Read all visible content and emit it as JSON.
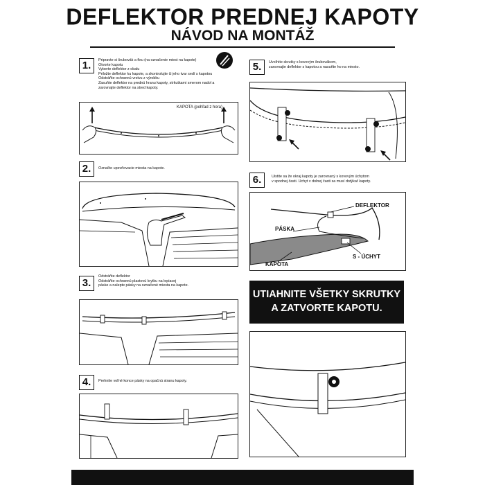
{
  "header": {
    "title": "DEFLEKTOR PREDNEJ KAPOTY",
    "subtitle": "NÁVOD NA MONTÁŽ"
  },
  "steps": [
    {
      "number": "1.",
      "lines": [
        "Pripravte si šrubovák a fixu (na označenie miest na kapote)",
        "Otvorte kapotu",
        "Vyberte deflektor z obalu",
        "Priložte deflektor ku kapote, a skontrolujte či jeho tvar sedí s kapotou",
        "Odstráňte ochrannú vrstvu z výrobku",
        "Zasuňte deflektor na prednú hranu kapoty, strkutkami smerom nadol a",
        "zarovnajte deflektor na stred kapoty."
      ],
      "panel_label": "KAPOTA (pohľad z hora)",
      "icon": "screwdriver-and-marker-icon"
    },
    {
      "number": "2.",
      "lines": [
        "Označte upevňovacie miesta na kapote."
      ]
    },
    {
      "number": "3.",
      "lines": [
        "Odstráňte deflektor",
        "Odstráňte ochrannú plastovú krytku na lepiacej",
        "páske a nalepte pásky na označené miesta na kapote."
      ]
    },
    {
      "number": "4.",
      "lines": [
        "Prehnite voľné konce pásky na opačnú stranu kapoty."
      ]
    },
    {
      "number": "5.",
      "lines": [
        "Uvoľnite skrutky s kovovým šrubovákom,",
        "zarovnajte deflektor s kapotou a nasuňte ho na miesto."
      ]
    },
    {
      "number": "6.",
      "lines": [
        "Uistite sa že okraj kapoty je zarovnaný s kovovým úchytom",
        "v spodnej časti. Uchyt v dolnej časti sa musí dotýkať kapoty."
      ],
      "labels": {
        "deflektor": "DEFLEKTOR",
        "paska": "PÁSKA",
        "s_uchyt": "S - ÚCHYT",
        "kapota": "KAPOTA"
      }
    }
  ],
  "banner": {
    "line1": "UTIAHNITE VŠETKY SKRUTKY",
    "line2": "A ZATVORTE KAPOTU."
  },
  "colors": {
    "ink": "#111111",
    "paper": "#ffffff",
    "hood_gray": "#8a8a8a"
  }
}
